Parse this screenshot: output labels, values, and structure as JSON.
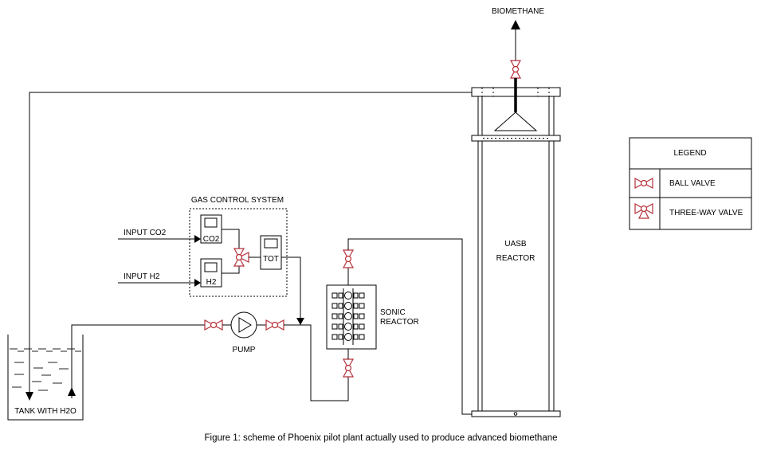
{
  "diagram": {
    "labels": {
      "biomethane": "BIOMETHANE",
      "gas_control_system": "GAS CONTROL SYSTEM",
      "input_co2": "INPUT CO2",
      "input_h2": "INPUT H2",
      "co2_meter": "CO2",
      "h2_meter": "H2",
      "tot_meter": "TOT",
      "uasb_reactor": [
        "UASB",
        "REACTOR"
      ],
      "sonic_reactor": [
        "SONIC",
        "REACTOR"
      ],
      "pump": "PUMP",
      "tank": "TANK WITH H2O"
    },
    "legend": {
      "title": "LEGEND",
      "items": [
        {
          "icon": "ball-valve-icon",
          "label": "BALL VALVE"
        },
        {
          "icon": "three-way-valve-icon",
          "label": "THREE-WAY VALVE"
        }
      ]
    },
    "colors": {
      "pipe": "#000000",
      "valve": "#b5323a"
    }
  },
  "caption": "Figure 1: scheme of Phoenix pilot plant actually used to produce advanced biomethane"
}
